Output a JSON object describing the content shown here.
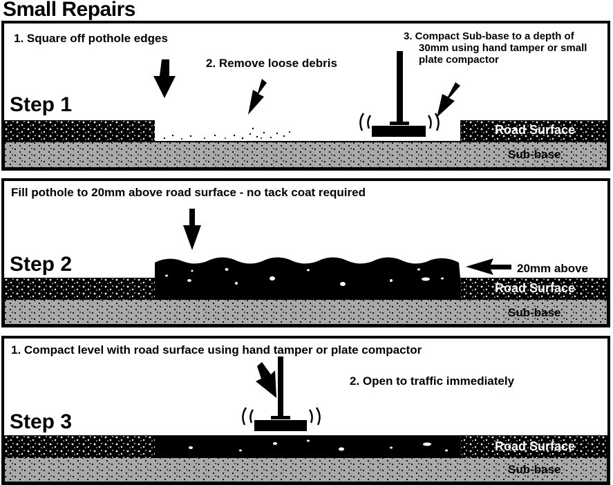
{
  "title": "Small Repairs",
  "panels": {
    "step1": {
      "step_label": "Step 1",
      "instruction_1": "1. Square off pothole edges",
      "instruction_2": "2. Remove loose debris",
      "instruction_3_line1": "3. Compact Sub-base to a depth of",
      "instruction_3_line2": "30mm using hand tamper or small",
      "instruction_3_line3": "plate compactor",
      "road_surface_label": "Road Surface",
      "sub_base_label": "Sub-base"
    },
    "step2": {
      "step_label": "Step 2",
      "instruction": "Fill pothole to 20mm above road surface - no tack coat required",
      "above_label": "20mm above",
      "road_surface_label": "Road Surface",
      "sub_base_label": "Sub-base"
    },
    "step3": {
      "step_label": "Step 3",
      "instruction_1": "1. Compact level with road surface using hand tamper or plate compactor",
      "instruction_2": "2. Open to traffic immediately",
      "road_surface_label": "Road Surface",
      "sub_base_label": "Sub-base"
    }
  },
  "colors": {
    "sub_base": "#a9a9a9",
    "asphalt": "#000000",
    "background": "#ffffff"
  }
}
